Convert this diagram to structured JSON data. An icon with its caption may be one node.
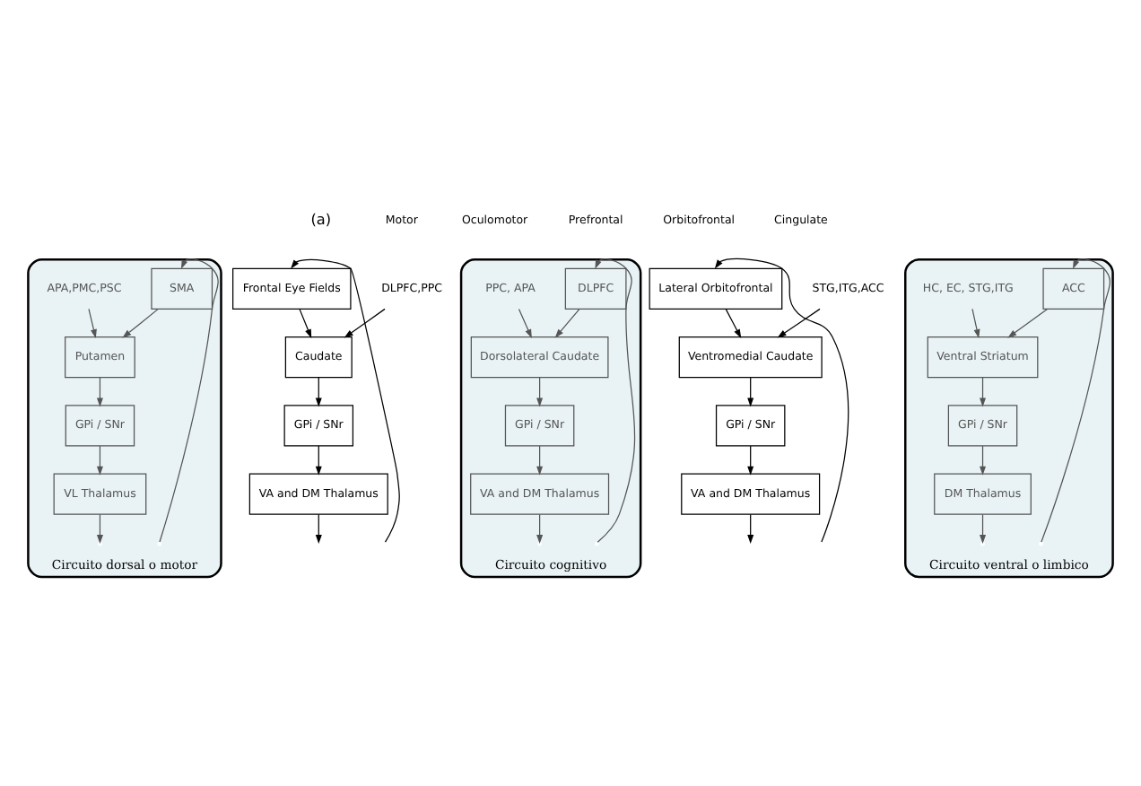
{
  "diagram": {
    "nodes": [
      {
        "text": [
          "Circuito dorsal o motor"
        ]
      },
      {
        "text": [
          "SMA"
        ],
        "in": 0
      },
      {
        "text": [
          "APA,PMC,PSC"
        ],
        "in": 0
      },
      {
        "text": [
          "Putamen"
        ],
        "in": 0
      },
      {
        "text": [
          "GPi / SNr"
        ],
        "in": 0
      },
      {
        "text": [
          "VL Thalamus"
        ],
        "in": 0
      },
      {
        "text": [
          "Frontal Eye Fields"
        ]
      },
      {
        "text": [
          "DLPFC,PPC"
        ]
      },
      {
        "text": [
          "Caudate"
        ]
      },
      {
        "text": [
          "GPi / SNr"
        ]
      },
      {
        "text": [
          "VA and DM Thalamus"
        ]
      },
      {
        "text": [
          "Circuito cognitivo"
        ]
      },
      {
        "text": [
          "DLPFC"
        ],
        "in": 11
      },
      {
        "text": [
          "PPC, APA"
        ],
        "in": 11
      },
      {
        "text": [
          "Dorsolateral Caudate"
        ],
        "in": 11
      },
      {
        "text": [
          "GPi / SNr"
        ],
        "in": 11
      },
      {
        "text": [
          "VA and DM Thalamus"
        ],
        "in": 11
      },
      {
        "text": [
          "Lateral Orbitofrontal"
        ]
      },
      {
        "text": [
          "STG,ITG,ACC"
        ]
      },
      {
        "text": [
          "Ventromedial Caudate"
        ]
      },
      {
        "text": [
          "GPi / SNr"
        ]
      },
      {
        "text": [
          "VA and DM Thalamus"
        ]
      },
      {
        "text": [
          "Circuito ventral o limbico"
        ]
      },
      {
        "text": [
          "ACC"
        ],
        "in": 22
      },
      {
        "text": [
          "HC, EC, STG,ITG"
        ],
        "in": 22
      },
      {
        "text": [
          "Ventral Striatum"
        ],
        "in": 22
      },
      {
        "text": [
          "GPi / SNr"
        ],
        "in": 22
      },
      {
        "text": [
          "DM Thalamus"
        ],
        "in": 22
      }
    ],
    "edges": [
      {
        "from": 1,
        "to": 3,
        "arrow": "to"
      },
      {
        "from": 2,
        "to": 3,
        "arrow": "to"
      },
      {
        "from": 3,
        "to": 4,
        "arrow": "to"
      },
      {
        "from": 4,
        "to": 5,
        "arrow": "to"
      },
      {
        "from": 5,
        "to": null,
        "arrow": "to"
      },
      {
        "from": null,
        "to": 1,
        "arrow": "to"
      },
      {
        "from": 6,
        "to": 8,
        "arrow": "to",
        "color": "#000000"
      },
      {
        "from": 7,
        "to": 8,
        "arrow": "to",
        "color": "#000000"
      },
      {
        "from": 8,
        "to": 9,
        "arrow": "to",
        "color": "#000000"
      },
      {
        "from": 9,
        "to": 10,
        "arrow": "to",
        "color": "#000000"
      },
      {
        "from": 10,
        "to": null,
        "arrow": "to",
        "color": "#000000"
      },
      {
        "from": null,
        "to": 6,
        "arrow": "to",
        "color": "#000000"
      },
      {
        "from": 12,
        "to": 14,
        "arrow": "to"
      },
      {
        "from": 13,
        "to": 14,
        "arrow": "to"
      },
      {
        "from": 14,
        "to": 15,
        "arrow": "to"
      },
      {
        "from": 15,
        "to": 16,
        "arrow": "to"
      },
      {
        "from": 16,
        "to": null,
        "arrow": "to"
      },
      {
        "from": null,
        "to": 12,
        "arrow": "to"
      },
      {
        "from": 17,
        "to": 19,
        "arrow": "to",
        "color": "#000000"
      },
      {
        "from": 18,
        "to": 19,
        "arrow": "to",
        "color": "#000000"
      },
      {
        "from": 19,
        "to": 20,
        "arrow": "to",
        "color": "#000000"
      },
      {
        "from": 20,
        "to": 21,
        "arrow": "to",
        "color": "#000000"
      },
      {
        "from": 21,
        "to": null,
        "arrow": "to",
        "color": "#000000"
      },
      {
        "from": null,
        "to": 17,
        "arrow": "to",
        "color": "#000000"
      },
      {
        "from": 23,
        "to": 25,
        "arrow": "to"
      },
      {
        "from": 24,
        "to": 25,
        "arrow": "to"
      },
      {
        "from": 25,
        "to": 26,
        "arrow": "to"
      },
      {
        "from": 26,
        "to": 27,
        "arrow": "to"
      },
      {
        "from": 27,
        "to": null,
        "arrow": "to"
      },
      {
        "from": null,
        "to": 23,
        "arrow": "to"
      }
    ],
    "labels": [
      "(a)",
      "Motor",
      "Oculomotor",
      "Prefrontal",
      "Orbitofrontal",
      "Cingulate"
    ]
  }
}
